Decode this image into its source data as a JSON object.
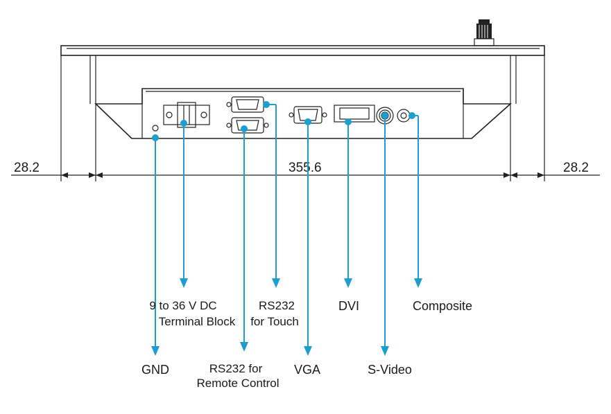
{
  "dimensions": {
    "left": "28.2",
    "center": "355.6",
    "right": "28.2"
  },
  "labels": {
    "gnd": "GND",
    "power_line1": "9 to 36 V DC",
    "power_line2": "Terminal Block",
    "rs232_remote_line1": "RS232 for",
    "rs232_remote_line2": "Remote Control",
    "rs232_touch_line1": "RS232",
    "rs232_touch_line2": "for Touch",
    "vga": "VGA",
    "dvi": "DVI",
    "svideo": "S-Video",
    "composite": "Composite"
  },
  "colors": {
    "callout": "#1a9fd0",
    "outline": "#222222"
  }
}
